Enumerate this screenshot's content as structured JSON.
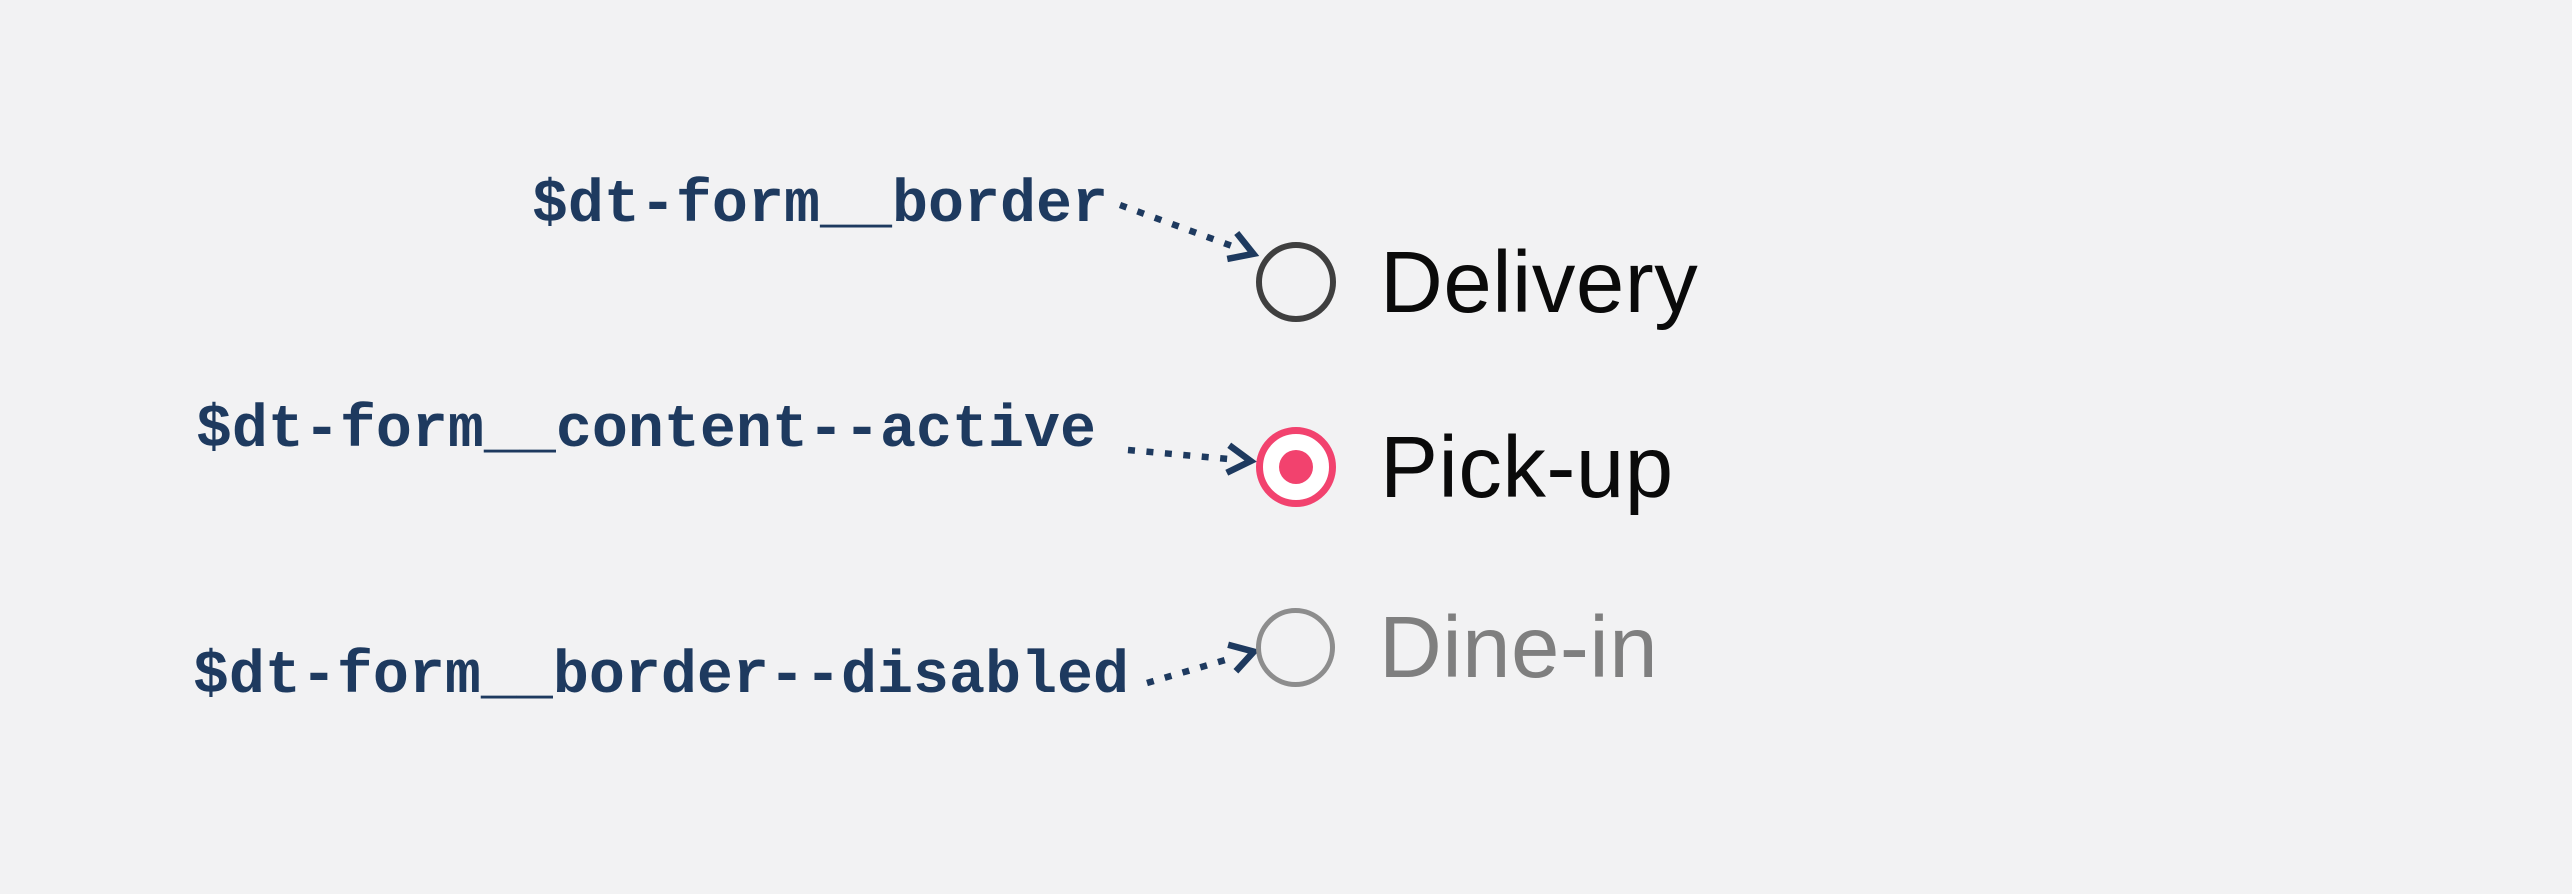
{
  "diagram": {
    "description": "Design token annotation diagram for radio button form states"
  },
  "tokens": [
    {
      "name": "$dt-form__border",
      "points_to": "Delivery"
    },
    {
      "name": "$dt-form__content--active",
      "points_to": "Pick-up"
    },
    {
      "name": "$dt-form__border--disabled",
      "points_to": "Dine-in"
    }
  ],
  "radio_group": {
    "options": [
      {
        "label": "Delivery",
        "selected": false,
        "disabled": false
      },
      {
        "label": "Pick-up",
        "selected": true,
        "disabled": false
      },
      {
        "label": "Dine-in",
        "selected": false,
        "disabled": true
      }
    ]
  },
  "colors": {
    "background": "#f2f2f3",
    "annotation_navy": "#1e3a5f",
    "active_pink": "#f2426e",
    "radio_border_default": "#3f3f3f",
    "radio_border_disabled": "#8d8d8d",
    "option_text": "#0a0a0a",
    "option_text_disabled": "#7f7f7f",
    "radio_fill_active": "#ffffff"
  }
}
